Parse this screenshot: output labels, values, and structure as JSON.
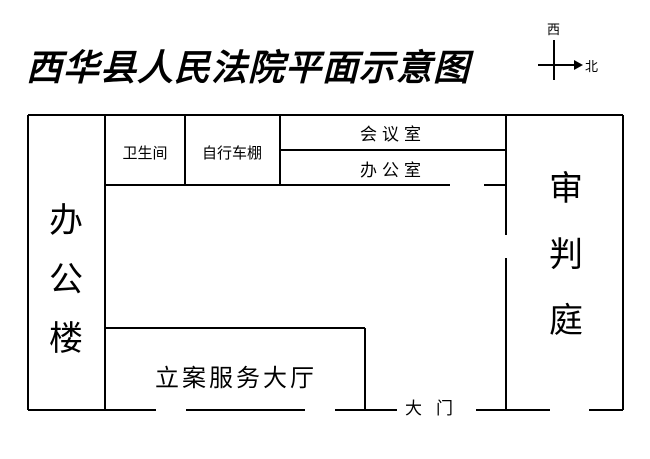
{
  "title": "西华县人民法院平面示意图",
  "compass": {
    "west": "西",
    "north": "北"
  },
  "rooms": {
    "office_building": [
      "办",
      "公",
      "楼"
    ],
    "restroom": "卫生间",
    "bike_shed": "自行车棚",
    "meeting_room": "会议室",
    "office": "办公室",
    "courtroom": [
      "审",
      "判",
      "庭"
    ],
    "service_hall": "立案服务大厅",
    "main_gate": "大门"
  }
}
